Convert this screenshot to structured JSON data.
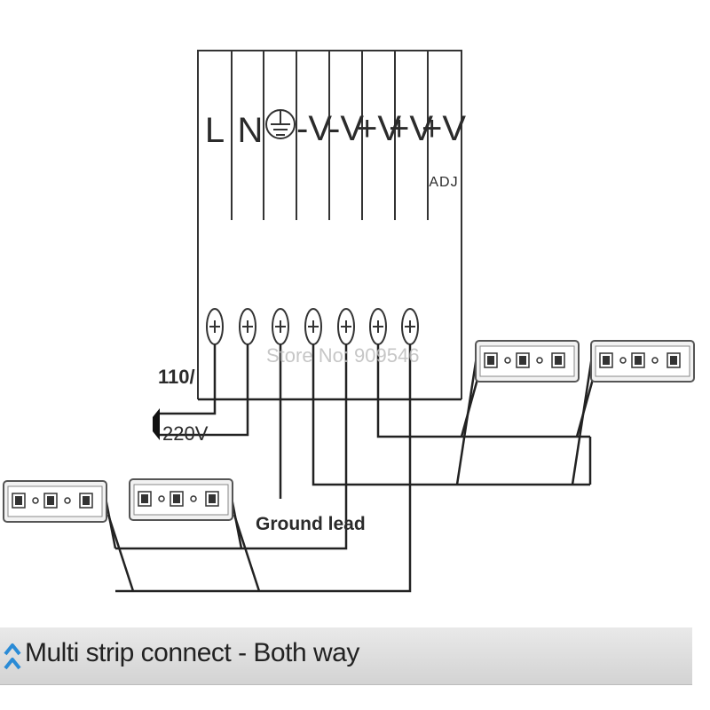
{
  "terminals": [
    {
      "label": "L"
    },
    {
      "label": "N"
    },
    {
      "label": "",
      "icon": "ground-symbol"
    },
    {
      "label": "-V"
    },
    {
      "label": "-V"
    },
    {
      "label": "+V"
    },
    {
      "label": "+V"
    },
    {
      "label": "+V",
      "sub": "ADJ"
    }
  ],
  "input_label_1": "110/",
  "input_label_2": "220V",
  "ground_label": "Ground lead",
  "watermark": "Store No: 909546",
  "footer": {
    "text": "Multi strip connect - Both way",
    "icon": "double-chevron-up-icon"
  }
}
